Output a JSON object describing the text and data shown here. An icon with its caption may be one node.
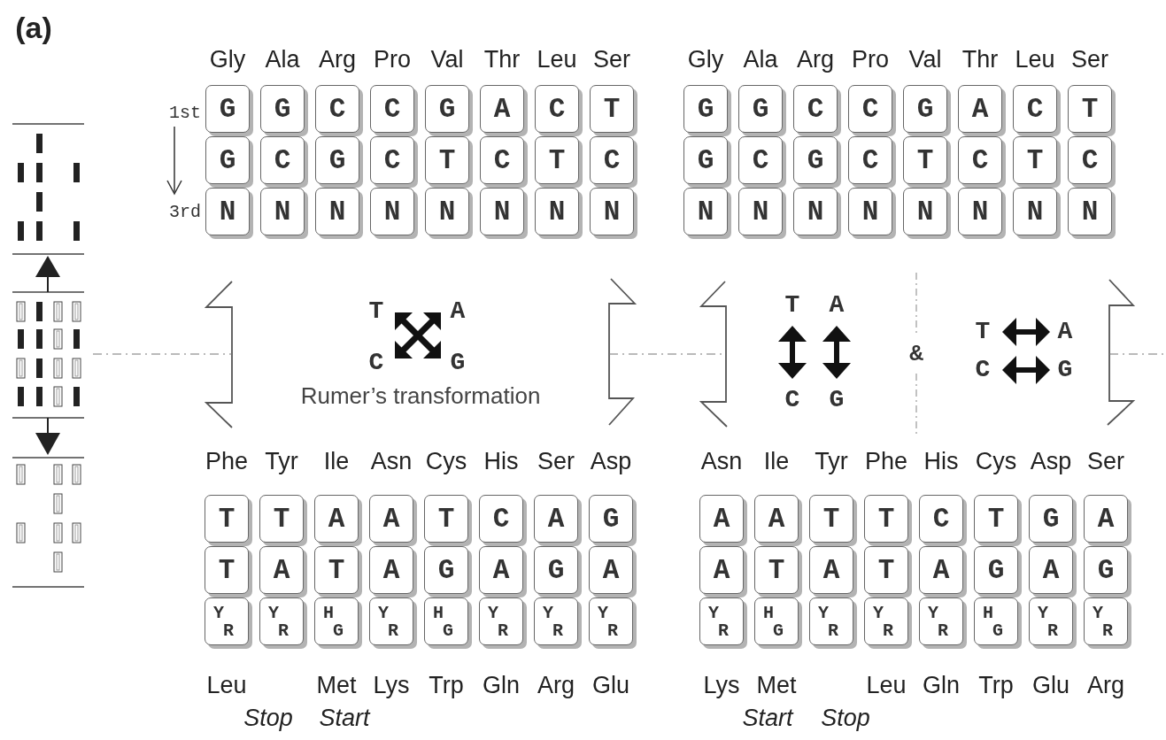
{
  "diagram": {
    "nodes": [
      {
        "text": [
          "G"
        ]
      },
      {
        "text": [
          "G"
        ]
      },
      {
        "text": [
          "C"
        ]
      },
      {
        "text": [
          "C"
        ]
      },
      {
        "text": [
          "G"
        ]
      },
      {
        "text": [
          "A"
        ]
      },
      {
        "text": [
          "C"
        ]
      },
      {
        "text": [
          "T"
        ]
      },
      {
        "text": [
          "G"
        ]
      },
      {
        "text": [
          "C"
        ]
      },
      {
        "text": [
          "G"
        ]
      },
      {
        "text": [
          "C"
        ]
      },
      {
        "text": [
          "T"
        ]
      },
      {
        "text": [
          "C"
        ]
      },
      {
        "text": [
          "T"
        ]
      },
      {
        "text": [
          "C"
        ]
      },
      {
        "text": [
          "N"
        ]
      },
      {
        "text": [
          "N"
        ]
      },
      {
        "text": [
          "N"
        ]
      },
      {
        "text": [
          "N"
        ]
      },
      {
        "text": [
          "N"
        ]
      },
      {
        "text": [
          "N"
        ]
      },
      {
        "text": [
          "N"
        ]
      },
      {
        "text": [
          "N"
        ]
      },
      {
        "text": [
          "G"
        ]
      },
      {
        "text": [
          "G"
        ]
      },
      {
        "text": [
          "C"
        ]
      },
      {
        "text": [
          "C"
        ]
      },
      {
        "text": [
          "G"
        ]
      },
      {
        "text": [
          "A"
        ]
      },
      {
        "text": [
          "C"
        ]
      },
      {
        "text": [
          "T"
        ]
      },
      {
        "text": [
          "G"
        ]
      },
      {
        "text": [
          "C"
        ]
      },
      {
        "text": [
          "G"
        ]
      },
      {
        "text": [
          "C"
        ]
      },
      {
        "text": [
          "T"
        ]
      },
      {
        "text": [
          "C"
        ]
      },
      {
        "text": [
          "T"
        ]
      },
      {
        "text": [
          "C"
        ]
      },
      {
        "text": [
          "N"
        ]
      },
      {
        "text": [
          "N"
        ]
      },
      {
        "text": [
          "N"
        ]
      },
      {
        "text": [
          "N"
        ]
      },
      {
        "text": [
          "N"
        ]
      },
      {
        "text": [
          "N"
        ]
      },
      {
        "text": [
          "N"
        ]
      },
      {
        "text": [
          "N"
        ]
      },
      {
        "text": [
          "T"
        ]
      },
      {
        "text": [
          "T"
        ]
      },
      {
        "text": [
          "A"
        ]
      },
      {
        "text": [
          "A"
        ]
      },
      {
        "text": [
          "T"
        ]
      },
      {
        "text": [
          "C"
        ]
      },
      {
        "text": [
          "A"
        ]
      },
      {
        "text": [
          "G"
        ]
      },
      {
        "text": [
          "T"
        ]
      },
      {
        "text": [
          "A"
        ]
      },
      {
        "text": [
          "T"
        ]
      },
      {
        "text": [
          "A"
        ]
      },
      {
        "text": [
          "G"
        ]
      },
      {
        "text": [
          "A"
        ]
      },
      {
        "text": [
          "G"
        ]
      },
      {
        "text": [
          "A"
        ]
      },
      {
        "text": [
          "Y",
          "R"
        ]
      },
      {
        "text": [
          "Y",
          "R"
        ]
      },
      {
        "text": [
          "H",
          "G"
        ]
      },
      {
        "text": [
          "Y",
          "R"
        ]
      },
      {
        "text": [
          "H",
          "G"
        ]
      },
      {
        "text": [
          "Y",
          "R"
        ]
      },
      {
        "text": [
          "Y",
          "R"
        ]
      },
      {
        "text": [
          "Y",
          "R"
        ]
      },
      {
        "text": [
          "A"
        ]
      },
      {
        "text": [
          "A"
        ]
      },
      {
        "text": [
          "T"
        ]
      },
      {
        "text": [
          "T"
        ]
      },
      {
        "text": [
          "C"
        ]
      },
      {
        "text": [
          "T"
        ]
      },
      {
        "text": [
          "G"
        ]
      },
      {
        "text": [
          "A"
        ]
      },
      {
        "text": [
          "A"
        ]
      },
      {
        "text": [
          "T"
        ]
      },
      {
        "text": [
          "A"
        ]
      },
      {
        "text": [
          "T"
        ]
      },
      {
        "text": [
          "A"
        ]
      },
      {
        "text": [
          "G"
        ]
      },
      {
        "text": [
          "A"
        ]
      },
      {
        "text": [
          "G"
        ]
      },
      {
        "text": [
          "Y",
          "R"
        ]
      },
      {
        "text": [
          "H",
          "G"
        ]
      },
      {
        "text": [
          "Y",
          "R"
        ]
      },
      {
        "text": [
          "Y",
          "R"
        ]
      },
      {
        "text": [
          "Y",
          "R"
        ]
      },
      {
        "text": [
          "H",
          "G"
        ]
      },
      {
        "text": [
          "Y",
          "R"
        ]
      },
      {
        "text": [
          "Y",
          "R"
        ]
      }
    ],
    "labels": [
      "(a)",
      "Gly",
      "Ala",
      "Arg",
      "Pro",
      "Val",
      "Thr",
      "Leu",
      "Ser",
      "Gly",
      "Ala",
      "Arg",
      "Pro",
      "Val",
      "Thr",
      "Leu",
      "Ser",
      "1st",
      "3rd",
      "T",
      "A",
      "C",
      "G",
      "Rumer’s transformation",
      "T",
      "A",
      "C",
      "G",
      "&",
      "T",
      "A",
      "C",
      "G",
      "Phe",
      "Tyr",
      "Ile",
      "Asn",
      "Cys",
      "His",
      "Ser",
      "Asp",
      "Asn",
      "Ile",
      "Tyr",
      "Phe",
      "His",
      "Cys",
      "Asp",
      "Ser",
      "Leu",
      "Met",
      "Lys",
      "Trp",
      "Gln",
      "Arg",
      "Glu",
      "Stop",
      "Start",
      "Lys",
      "Met",
      "Leu",
      "Gln",
      "Trp",
      "Glu",
      "Arg",
      "Start",
      "Stop"
    ]
  }
}
